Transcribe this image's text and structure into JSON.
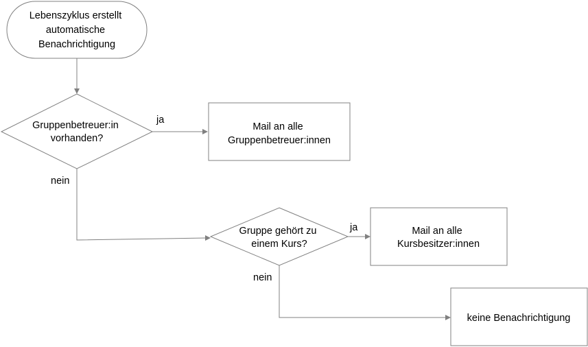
{
  "diagram": {
    "start": {
      "lines": [
        "Lebenszyklus erstellt",
        "automatische",
        "Benachrichtigung"
      ]
    },
    "decision_1": {
      "lines": [
        "Gruppenbetreuer:in",
        "vorhanden?"
      ]
    },
    "action_1": {
      "lines": [
        "Mail an alle",
        "Gruppenbetreuer:innen"
      ]
    },
    "decision_2": {
      "lines": [
        "Gruppe gehört zu",
        "einem Kurs?"
      ]
    },
    "action_2": {
      "lines": [
        "Mail an alle",
        "Kursbesitzer:innen"
      ]
    },
    "action_3": {
      "lines": [
        "keine Benachrichtigung"
      ]
    },
    "edge_labels": {
      "d1_yes": "ja",
      "d1_no": "nein",
      "d2_yes": "ja",
      "d2_no": "nein"
    }
  }
}
